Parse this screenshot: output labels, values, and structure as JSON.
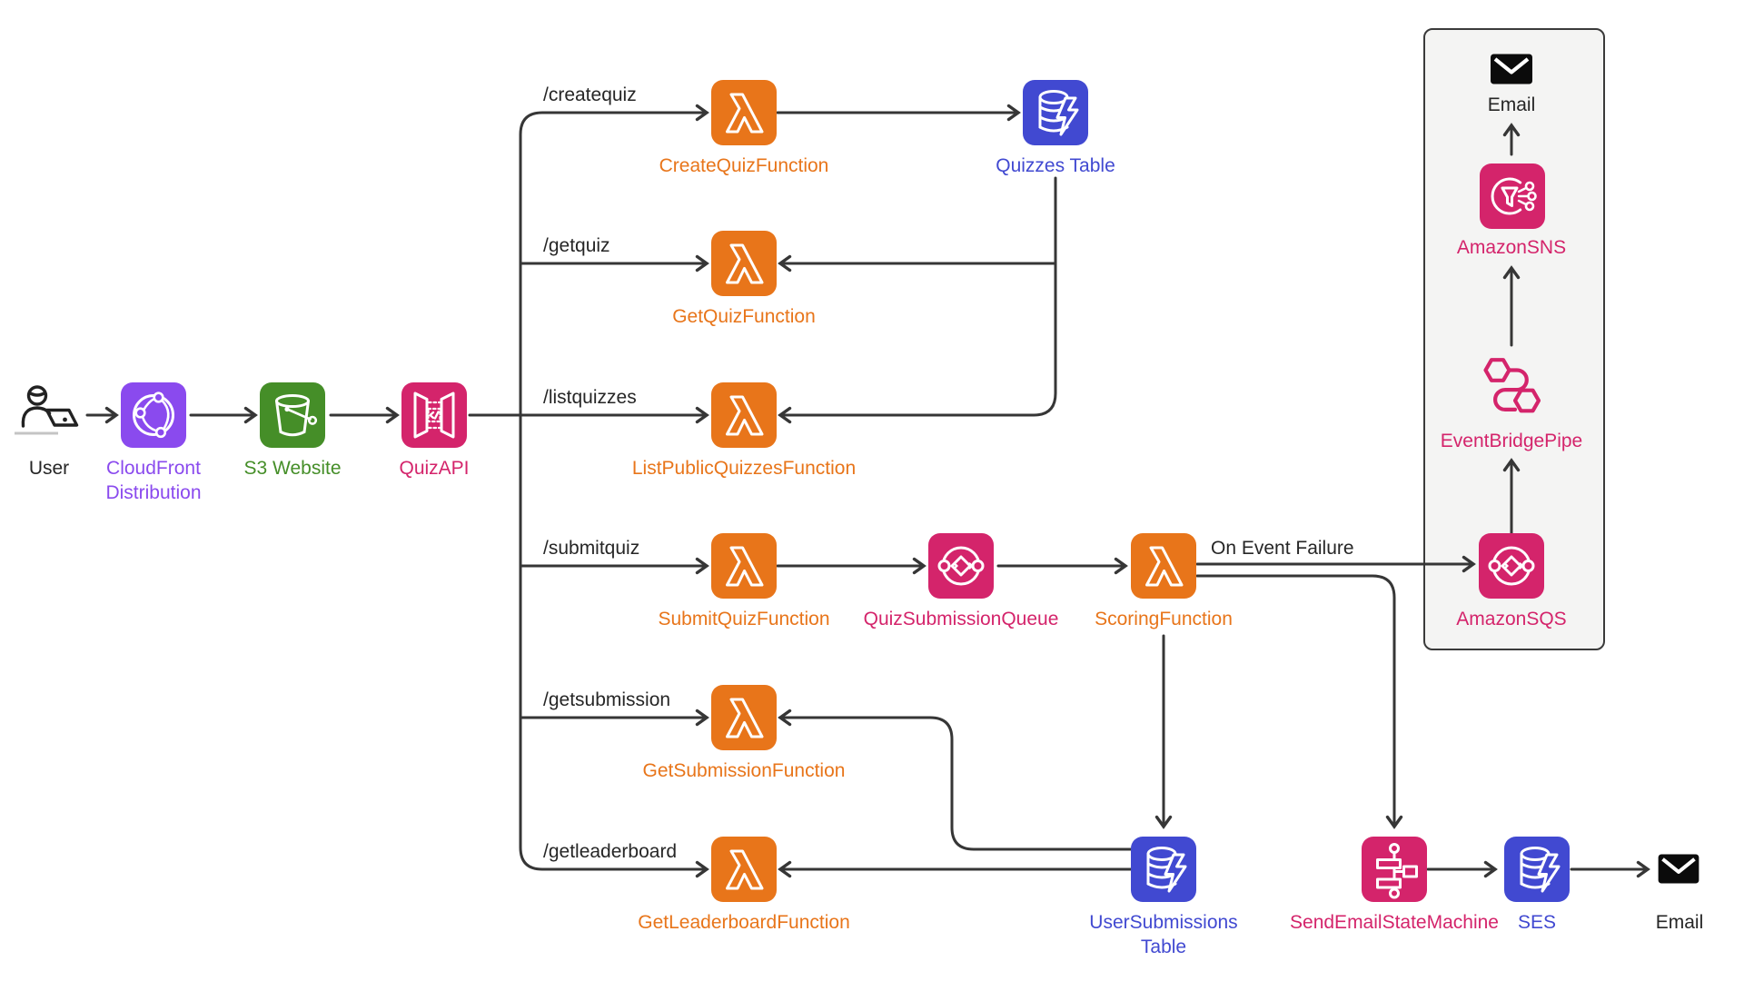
{
  "diagram": {
    "colors": {
      "line": "#363636",
      "dark": "#262626",
      "orange": "#E8751A",
      "pink": "#D4246B",
      "blue": "#4149D1",
      "purple": "#8A4AEE",
      "green": "#458E28",
      "panel_fill": "#F4F4F3",
      "panel_border": "#3A3A3A",
      "email_black": "#0B0B0B",
      "user_stroke": "#222222",
      "desk_gray": "#C4C4C4"
    },
    "nodes": [
      {
        "id": "user",
        "label": "User",
        "type": "user",
        "color": "dark"
      },
      {
        "id": "cloudfront",
        "label": "CloudFront",
        "label2": "Distribution",
        "type": "cloudfront",
        "color": "purple"
      },
      {
        "id": "s3",
        "label": "S3 Website",
        "type": "s3-bucket",
        "color": "green"
      },
      {
        "id": "quizapi",
        "label": "QuizAPI",
        "type": "api-gateway",
        "color": "pink"
      },
      {
        "id": "createquizfunction",
        "label": "CreateQuizFunction",
        "type": "lambda",
        "color": "orange"
      },
      {
        "id": "quizzestable",
        "label": "Quizzes Table",
        "type": "dynamodb-table",
        "color": "blue"
      },
      {
        "id": "getquizfunction",
        "label": "GetQuizFunction",
        "type": "lambda",
        "color": "orange"
      },
      {
        "id": "listpublicquizzesfunction",
        "label": "ListPublicQuizzesFunction",
        "type": "lambda",
        "color": "orange"
      },
      {
        "id": "submitquizfunction",
        "label": "SubmitQuizFunction",
        "type": "lambda",
        "color": "orange"
      },
      {
        "id": "quizsubmissionqueue",
        "label": "QuizSubmissionQueue",
        "type": "sqs-queue",
        "color": "pink"
      },
      {
        "id": "scoringfunction",
        "label": "ScoringFunction",
        "type": "lambda",
        "color": "orange"
      },
      {
        "id": "amazonsqs",
        "label": "AmazonSQS",
        "type": "sqs-queue",
        "color": "pink"
      },
      {
        "id": "email_top",
        "label": "Email",
        "type": "email",
        "color": "dark"
      },
      {
        "id": "amazonsns",
        "label": "AmazonSNS",
        "type": "sns-topic",
        "color": "pink"
      },
      {
        "id": "eventbridgepipe",
        "label": "EventBridgePipe",
        "type": "eventbridge-pipes",
        "color": "pink"
      },
      {
        "id": "getsubmissionfunction",
        "label": "GetSubmissionFunction",
        "type": "lambda",
        "color": "orange"
      },
      {
        "id": "getleaderboardfunction",
        "label": "GetLeaderboardFunction",
        "type": "lambda",
        "color": "orange"
      },
      {
        "id": "usersubmissionstable",
        "label": "UserSubmissions",
        "label2": "Table",
        "type": "dynamodb-table",
        "color": "blue"
      },
      {
        "id": "sendemailstatemachine",
        "label": "SendEmailStateMachine",
        "type": "step-functions",
        "color": "pink"
      },
      {
        "id": "ses",
        "label": "SES",
        "type": "ses",
        "color": "blue"
      },
      {
        "id": "email_bottom",
        "label": "Email",
        "type": "email",
        "color": "dark"
      }
    ],
    "edge_labels": {
      "createquiz": "/createquiz",
      "getquiz": "/getquiz",
      "listquizzes": "/listquizzes",
      "submitquiz": "/submitquiz",
      "getsubmission": "/getsubmission",
      "getleaderboard": "/getleaderboard",
      "on_event_failure": "On Event Failure"
    }
  }
}
